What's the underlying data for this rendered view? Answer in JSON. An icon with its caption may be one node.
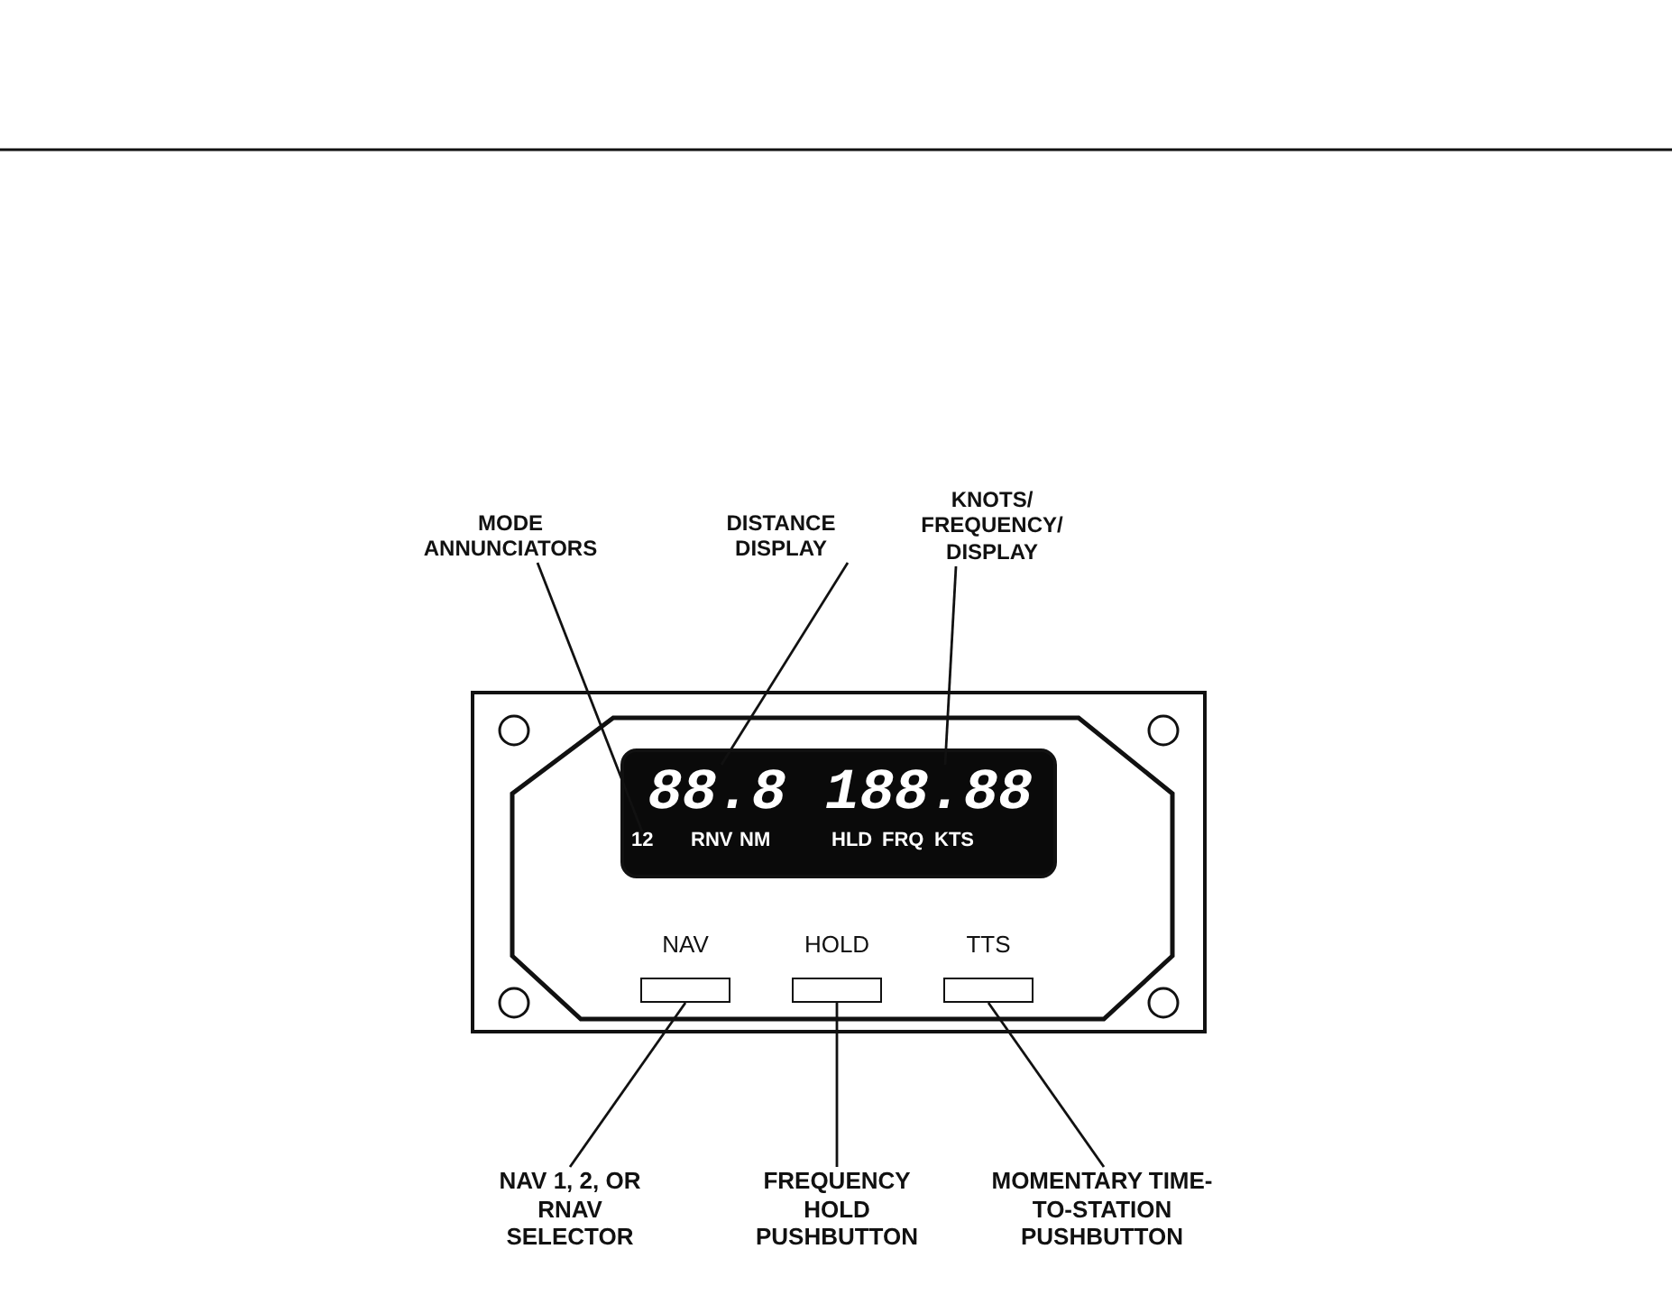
{
  "diagram": {
    "nodes": [
      {
        "text": [
          "MODE ANNUNCIATORS"
        ]
      },
      {
        "text": [
          "DISTANCE DISPLAY"
        ]
      },
      {
        "text": [
          "KNOTS/ FREQUENCY/ DISPLAY"
        ]
      },
      {
        "text": [
          "12"
        ]
      },
      {
        "text": [
          "88.8"
        ]
      },
      {
        "text": [
          "188.88"
        ]
      },
      {
        "text": [
          "NAV"
        ]
      },
      {
        "text": [
          "HOLD"
        ]
      },
      {
        "text": [
          "TTS"
        ]
      },
      {
        "text": [
          "NAV 1, 2, OR RNAV SELECTOR"
        ]
      },
      {
        "text": [
          "FREQUENCY HOLD PUSHBUTTON"
        ]
      },
      {
        "text": [
          "MOMENTARY TIME-TO-STATION PUSHBUTTON"
        ]
      }
    ],
    "edges": [
      {
        "from": 0,
        "to": 3,
        "arrow": "none"
      },
      {
        "from": 1,
        "to": 4,
        "arrow": "none"
      },
      {
        "from": 2,
        "to": 5,
        "arrow": "none"
      },
      {
        "from": 9,
        "to": 6,
        "arrow": "none"
      },
      {
        "from": 10,
        "to": 7,
        "arrow": "none"
      },
      {
        "from": 11,
        "to": 8,
        "arrow": "none"
      }
    ],
    "labels": [
      "RNV",
      "NM",
      "HLD",
      "FRQ",
      "KTS"
    ]
  }
}
